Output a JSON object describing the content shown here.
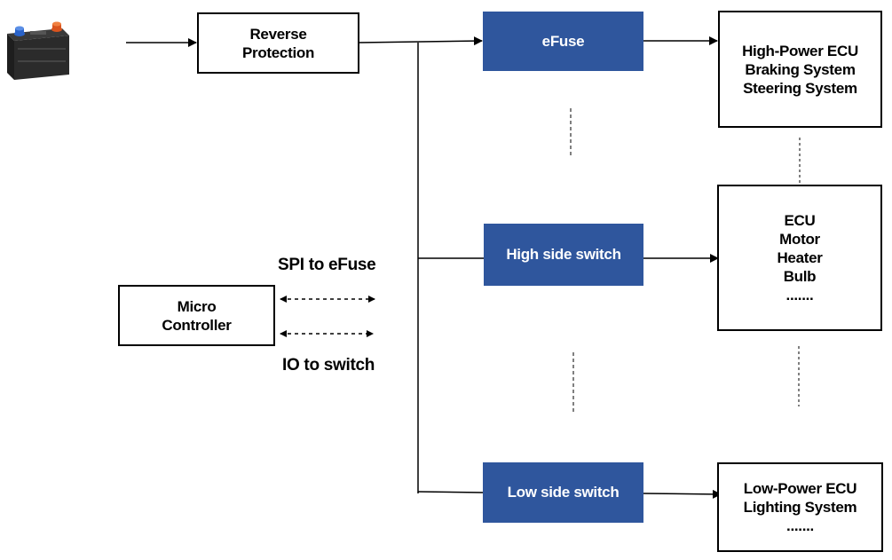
{
  "diagram": {
    "reverse_protection": [
      "Reverse",
      "Protection"
    ],
    "efuse": "eFuse",
    "high_side_switch": "High side switch",
    "low_side_switch": "Low side switch",
    "high_power": [
      "High-Power ECU",
      "Braking System",
      "Steering System"
    ],
    "loads": [
      "ECU",
      "Motor",
      "Heater",
      "Bulb",
      "......."
    ],
    "low_power": [
      "Low-Power ECU",
      "Lighting System",
      "......."
    ],
    "micro": [
      "Micro",
      "Controller"
    ],
    "spi_label": "SPI to eFuse",
    "io_label": "IO to switch"
  },
  "colors": {
    "block_fill": "#2f569d",
    "battery_terminal_pos": "#d9541e",
    "battery_terminal_neg": "#2a63c9"
  }
}
